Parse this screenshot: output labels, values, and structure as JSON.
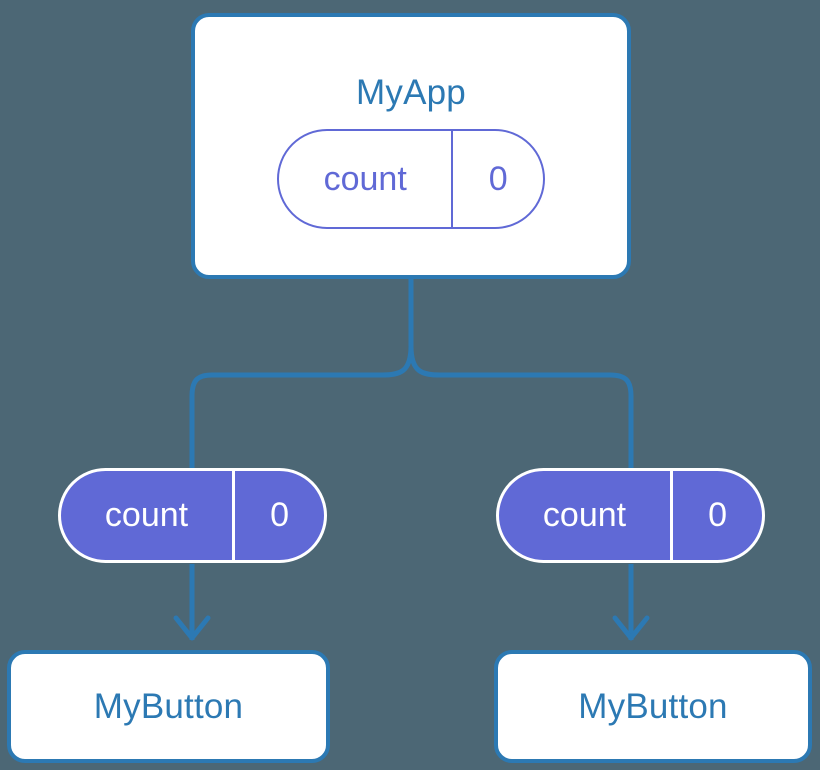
{
  "canvas": {
    "background_color": "#4c6775",
    "accent_blue": "#2c79b3",
    "accent_purple": "#6069d6",
    "surface_white": "#ffffff"
  },
  "diagram": {
    "type": "component-state-tree",
    "root": {
      "component_label": "MyApp",
      "state": {
        "key_label": "count",
        "value_label": "0"
      }
    },
    "children": [
      {
        "state": {
          "key_label": "count",
          "value_label": "0"
        },
        "component_label": "MyButton"
      },
      {
        "state": {
          "key_label": "count",
          "value_label": "0"
        },
        "component_label": "MyButton"
      }
    ]
  }
}
